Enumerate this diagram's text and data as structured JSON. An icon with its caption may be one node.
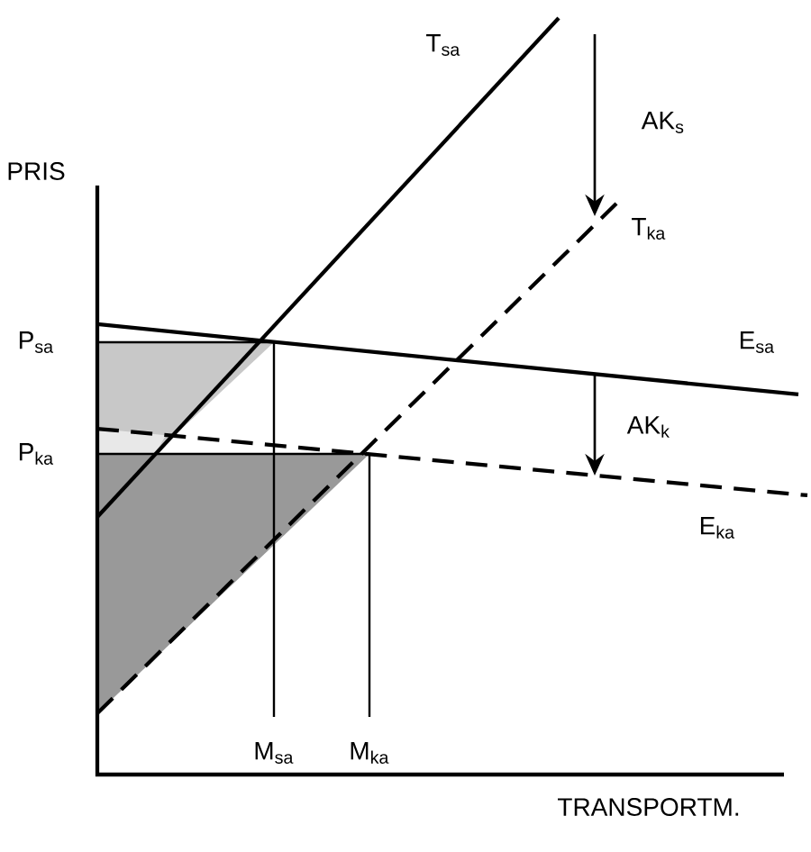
{
  "diagram": {
    "labels": [
      "PRIS",
      "T$_{sa}$",
      "AK$_{s}$",
      "T$_{ka}$",
      "P$_{sa}$",
      "E$_{sa}$",
      "AK$_{k}$",
      "P$_{ka}$",
      "E$_{ka}$",
      "M$_{sa}$",
      "M$_{ka}$",
      "TRANSPORTM."
    ]
  }
}
